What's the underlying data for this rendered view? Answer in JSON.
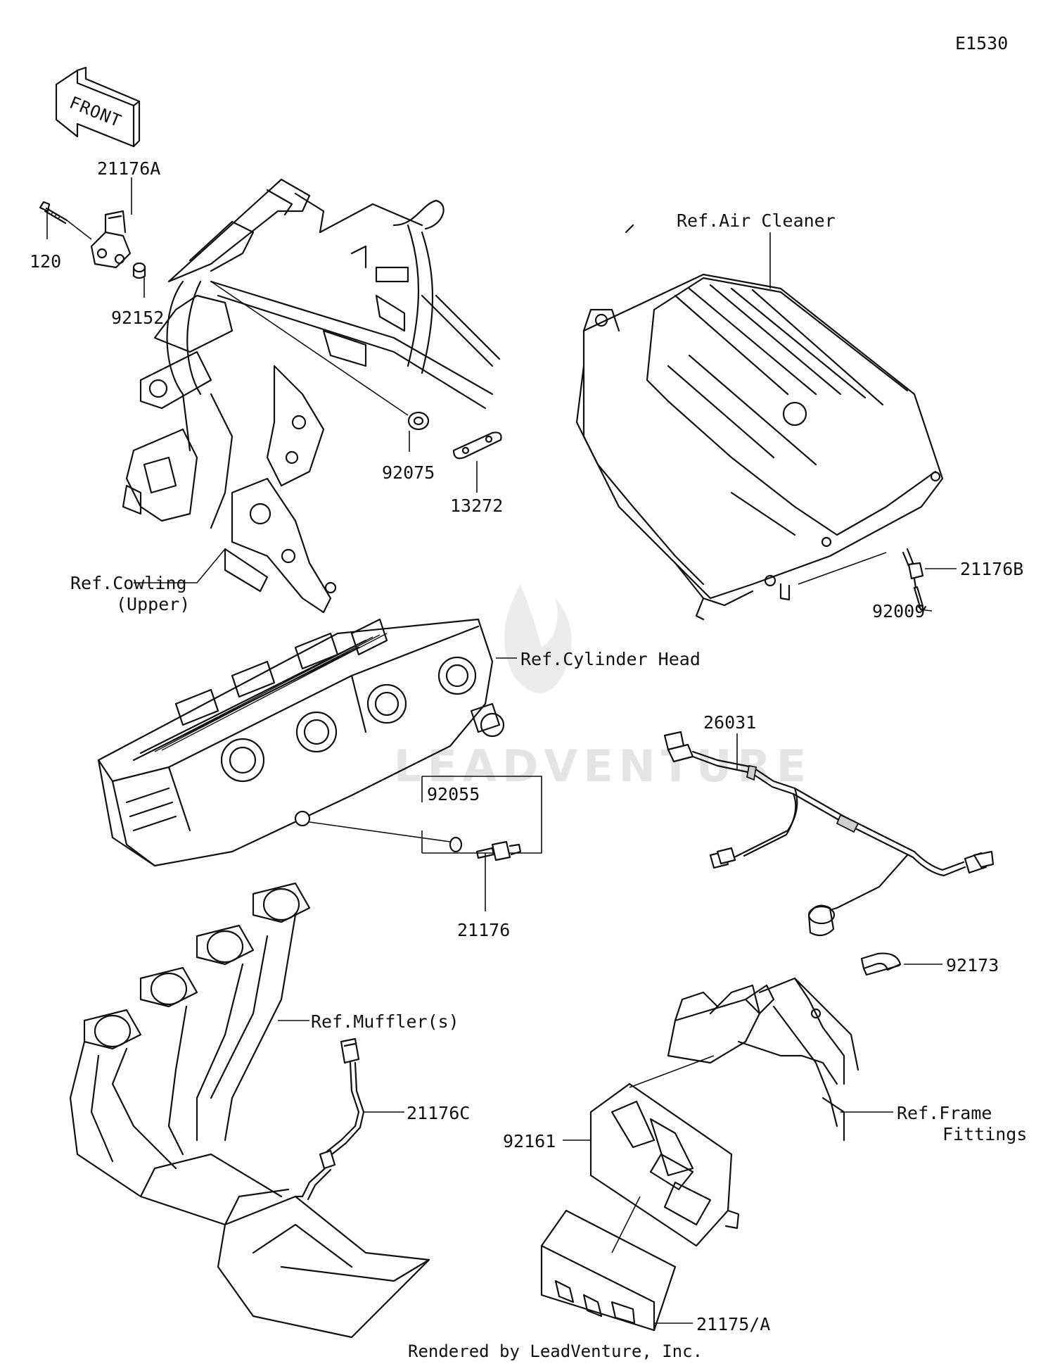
{
  "diagram_code": "E1530",
  "front_arrow_text": "FRONT",
  "watermark": "LEADVENTURE",
  "footer": "Rendered by LeadVenture, Inc.",
  "part_labels": {
    "p21176A": "21176A",
    "p120": "120",
    "p92152": "92152",
    "p92075": "92075",
    "p13272": "13272",
    "p21176B": "21176B",
    "p92009": "92009",
    "p26031": "26031",
    "p92055": "92055",
    "p21176": "21176",
    "p92173": "92173",
    "p21176C": "21176C",
    "p92161": "92161",
    "p21175A": "21175/A"
  },
  "reference_labels": {
    "air_cleaner": "Ref.Air Cleaner",
    "cowling_line1": "Ref.Cowling",
    "cowling_line2": "(Upper)",
    "cylinder_head": "Ref.Cylinder Head",
    "mufflers": "Ref.Muffler(s)",
    "frame_line1": "Ref.Frame",
    "frame_line2": "Fittings"
  }
}
